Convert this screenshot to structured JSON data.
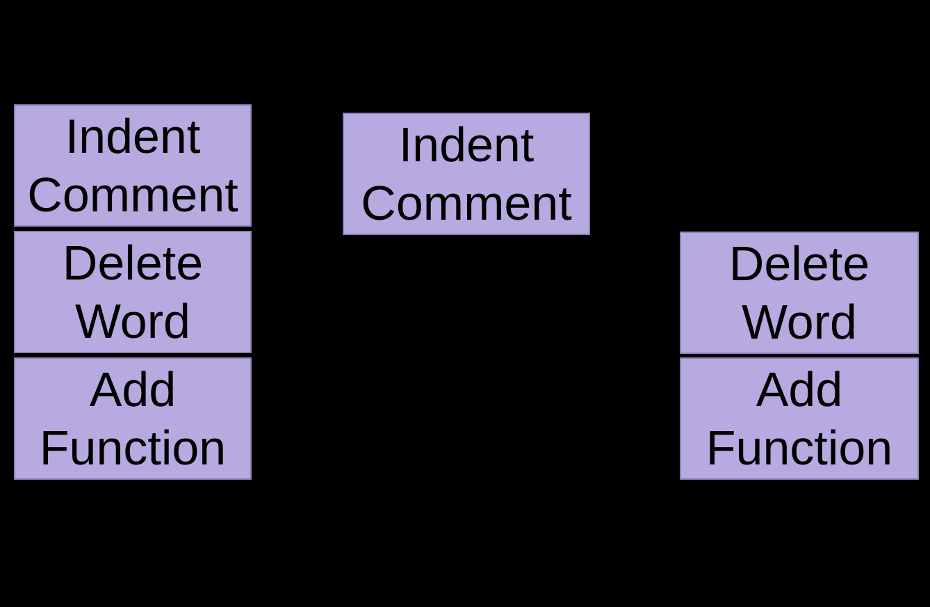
{
  "colors": {
    "background": "#000000",
    "box_fill": "#b6aae0",
    "box_border": "#8b80b8",
    "box_text": "#000000"
  },
  "stacks": {
    "left": {
      "boxes": [
        {
          "label": "Indent Comment"
        },
        {
          "label": "Delete Word"
        },
        {
          "label": "Add Function"
        }
      ]
    },
    "middle": {
      "boxes": [
        {
          "label": "Indent Comment"
        }
      ]
    },
    "right": {
      "boxes": [
        {
          "label": "Delete Word"
        },
        {
          "label": "Add Function"
        }
      ]
    }
  }
}
